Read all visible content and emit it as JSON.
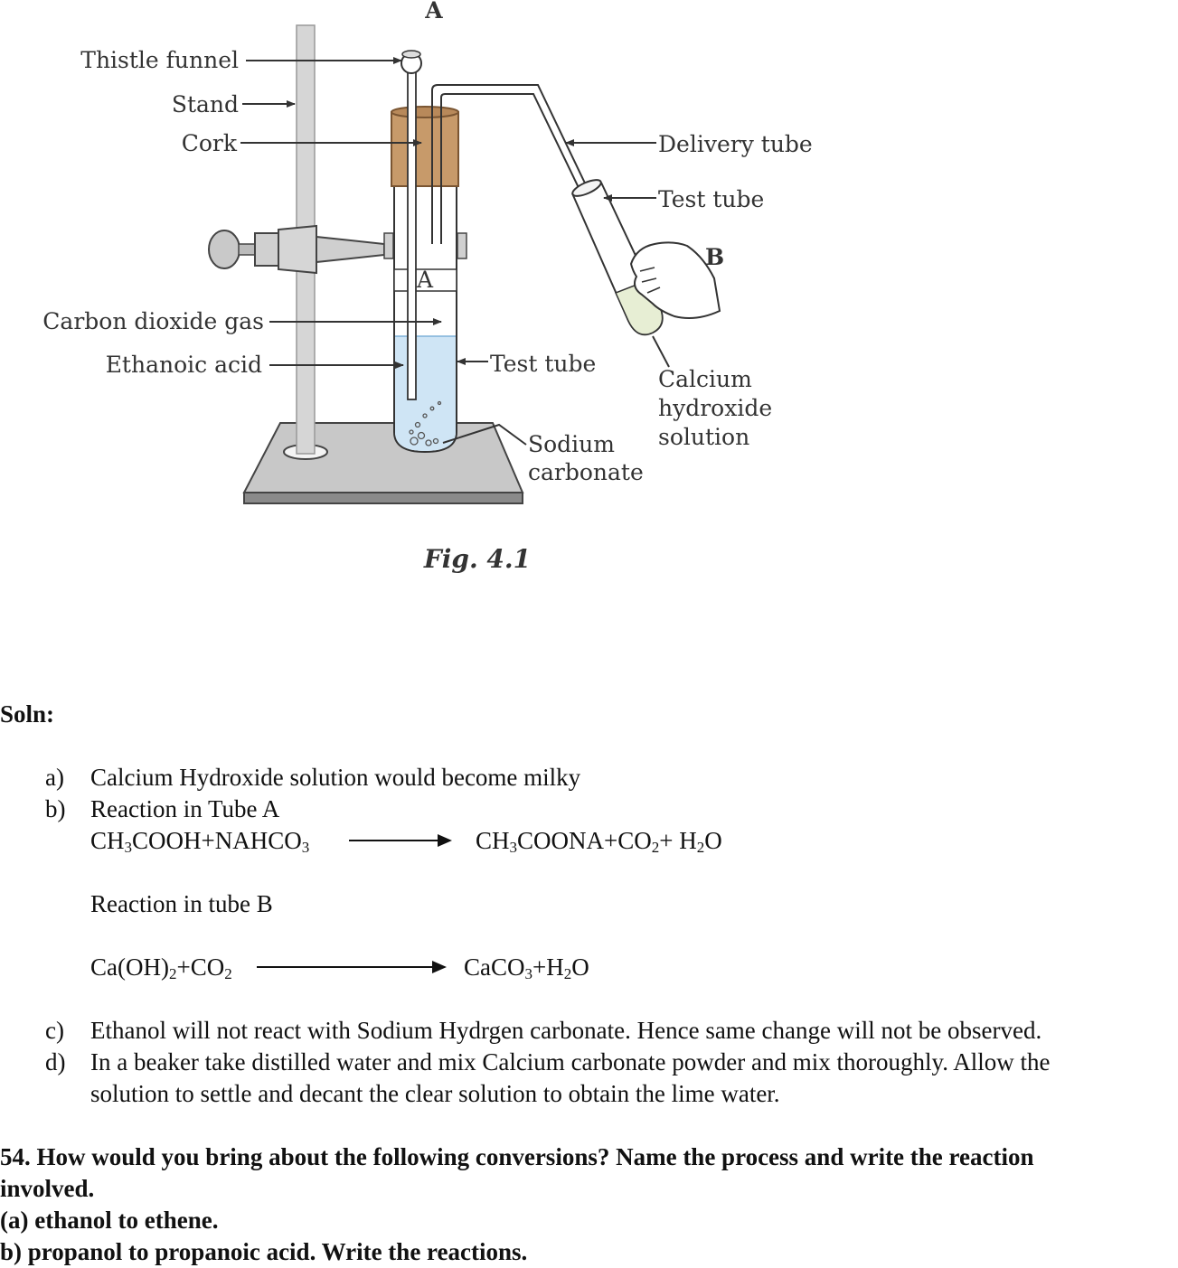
{
  "figure": {
    "label_top_A": "A",
    "label_inner_A": "A",
    "label_B": "B",
    "thistle_funnel": "Thistle funnel",
    "stand": "Stand",
    "cork": "Cork",
    "co2_gas": "Carbon dioxide gas",
    "ethanoic_acid": "Ethanoic acid",
    "test_tube_a": "Test tube",
    "sodium": "Sodium",
    "carbonate": "carbonate",
    "delivery_tube": "Delivery tube",
    "test_tube_b": "Test tube",
    "calcium": "Calcium",
    "hydroxide": "hydroxide",
    "solution": "solution",
    "caption": "Fig. 4.1"
  },
  "soln": {
    "heading": "Soln:",
    "a_marker": "a)",
    "a_text": "Calcium Hydroxide solution would become milky",
    "b_marker": "b)",
    "b_text": "Reaction in Tube A",
    "eq1": {
      "l1": "CH",
      "l1s": "3",
      "l2": "COOH+NAHCO",
      "l2s": "3",
      "r1": "CH",
      "r1s": "3",
      "r2": "COONA+CO",
      "r2s": "2",
      "r3": "+ H",
      "r3s": "2",
      "r4": "O"
    },
    "b_text2": "Reaction in tube B",
    "eq2": {
      "l1": "Ca(OH)",
      "l1s": "2",
      "l2": "+CO",
      "l2s": "2",
      "r1": "CaCO",
      "r1s": "3",
      "r2": "+H",
      "r2s": "2",
      "r3": "O"
    },
    "c_marker": "c)",
    "c_text": "Ethanol will not react with Sodium Hydrgen carbonate. Hence same change will not be observed.",
    "d_marker": "d)",
    "d_text1": "In a beaker take distilled water and mix Calcium carbonate powder and mix thoroughly. Allow the",
    "d_text2": "solution to settle and decant the clear  solution to obtain the lime water."
  },
  "question": {
    "line1": "54. How would you bring about the following conversions? Name the process and write the reaction",
    "line2": "involved.",
    "line3": "(a) ethanol to ethene.",
    "line4": "b) propanol to propanoic acid. Write the reactions."
  }
}
